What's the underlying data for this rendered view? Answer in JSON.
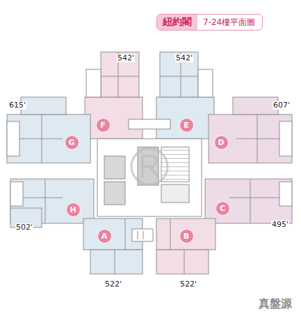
{
  "diagram": {
    "nodes": [
      {
        "text": [
          "紐約閣",
          "7-24樓平面圖"
        ]
      },
      {
        "text": [
          "F"
        ]
      },
      {
        "text": [
          "E"
        ]
      },
      {
        "text": [
          "G"
        ]
      },
      {
        "text": [
          "D"
        ]
      },
      {
        "text": [
          "H"
        ]
      },
      {
        "text": [
          "C"
        ]
      },
      {
        "text": [
          "A"
        ]
      },
      {
        "text": [
          "B"
        ]
      }
    ],
    "labels": [
      "542'",
      "542'",
      "615'",
      "607'",
      "502'",
      "495'",
      "522'",
      "522'",
      "真盤源"
    ]
  }
}
